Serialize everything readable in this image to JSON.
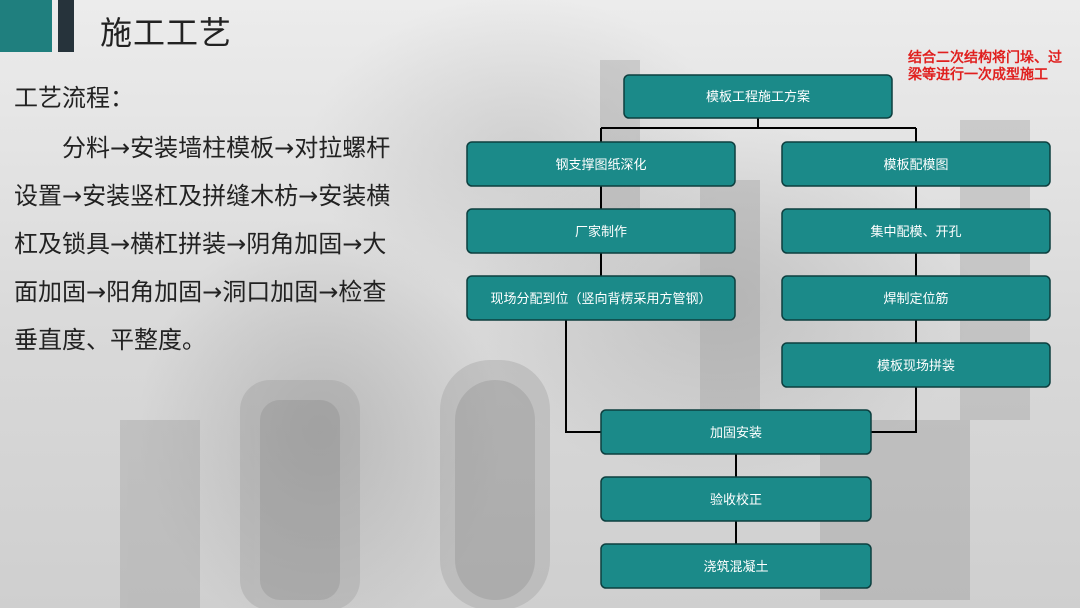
{
  "header": {
    "title": "施工工艺"
  },
  "left_panel": {
    "heading": "工艺流程：",
    "body": "分料→安装墙柱模板→对拉螺杆设置→安装竖杠及拼缝木枋→安装横杠及锁具→横杠拼装→阴角加固→大面加固→阳角加固→洞口加固→检查垂直度、平整度。"
  },
  "note": "结合二次结构将门垛、过梁等进行一次成型施工",
  "diagram": {
    "nodes": {
      "plan": "模板工程施工方案",
      "steel_support": "钢支撑图纸深化",
      "manufacture": "厂家制作",
      "site_delivery": "现场分配到位（竖向背楞采用方管钢）",
      "formwork_drawing": "模板配模图",
      "centralized": "集中配模、开孔",
      "welding": "焊制定位筋",
      "assembly": "模板现场拼装",
      "reinforce": "加固安装",
      "inspection": "验收校正",
      "pour": "浇筑混凝土"
    }
  }
}
